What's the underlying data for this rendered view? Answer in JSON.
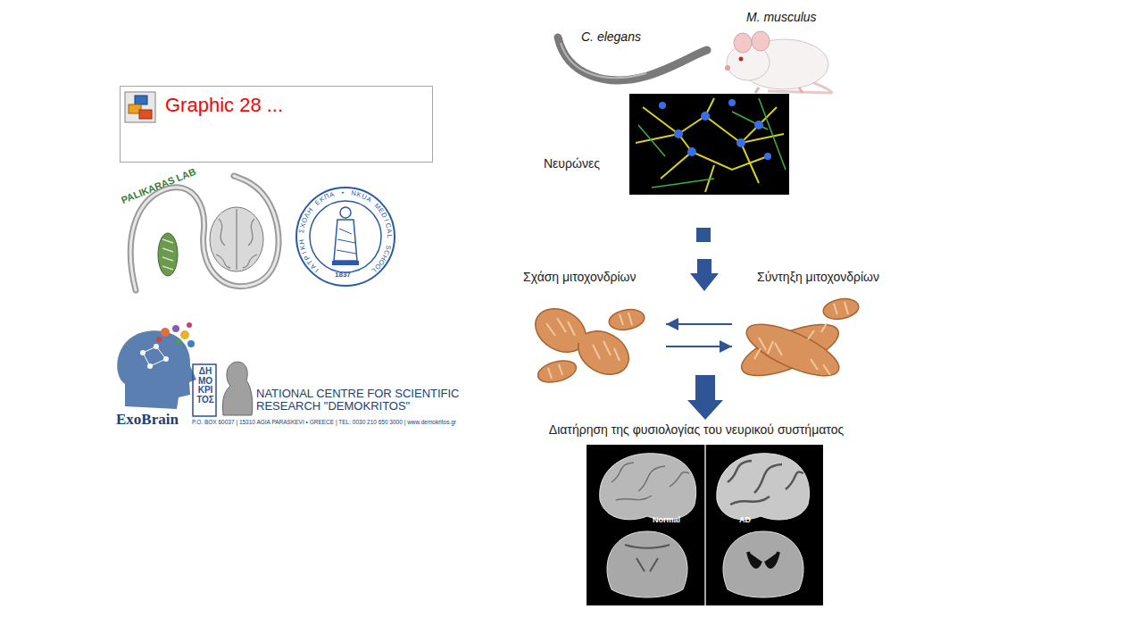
{
  "diagram": {
    "nodes": [
      {
        "text": [
          "Graphic 28 ..."
        ]
      },
      {
        "text": [
          "Νευρώνες"
        ]
      },
      {
        "text": [
          "Σχάση μιτοχονδρίων"
        ]
      },
      {
        "text": [
          "Σύντηξη μιτοχονδρίων"
        ]
      },
      {
        "text": [
          "Διατήρηση της φυσιολογίας του νευρικού συστήματος",
          "Normal",
          "AD"
        ]
      }
    ],
    "edges": [
      {
        "from": 3,
        "to": 2,
        "arrow": "to"
      },
      {
        "from": 2,
        "to": 3,
        "arrow": "to"
      }
    ],
    "labels": [
      "C. elegans",
      "M. musculus",
      "PALIKARAS LAB",
      "ΙΑΤΡΙΚΗ ΣΧΟΛΗ ΕΚΠΑ • NKUA MEDICAL SCHOOL",
      "1837",
      "ExoBrain",
      "ΔΗΜΟΚΡΙΤΟΣ",
      "NATIONAL CENTRE FOR SCIENTIFIC RESEARCH \"DEMOKRITOS\"",
      "P.O. BOX 60037 | 15310 AGIA PARASKEVI • GREECE | TEL: 0030 210 650 3000 | www.demokritos.gr"
    ]
  }
}
